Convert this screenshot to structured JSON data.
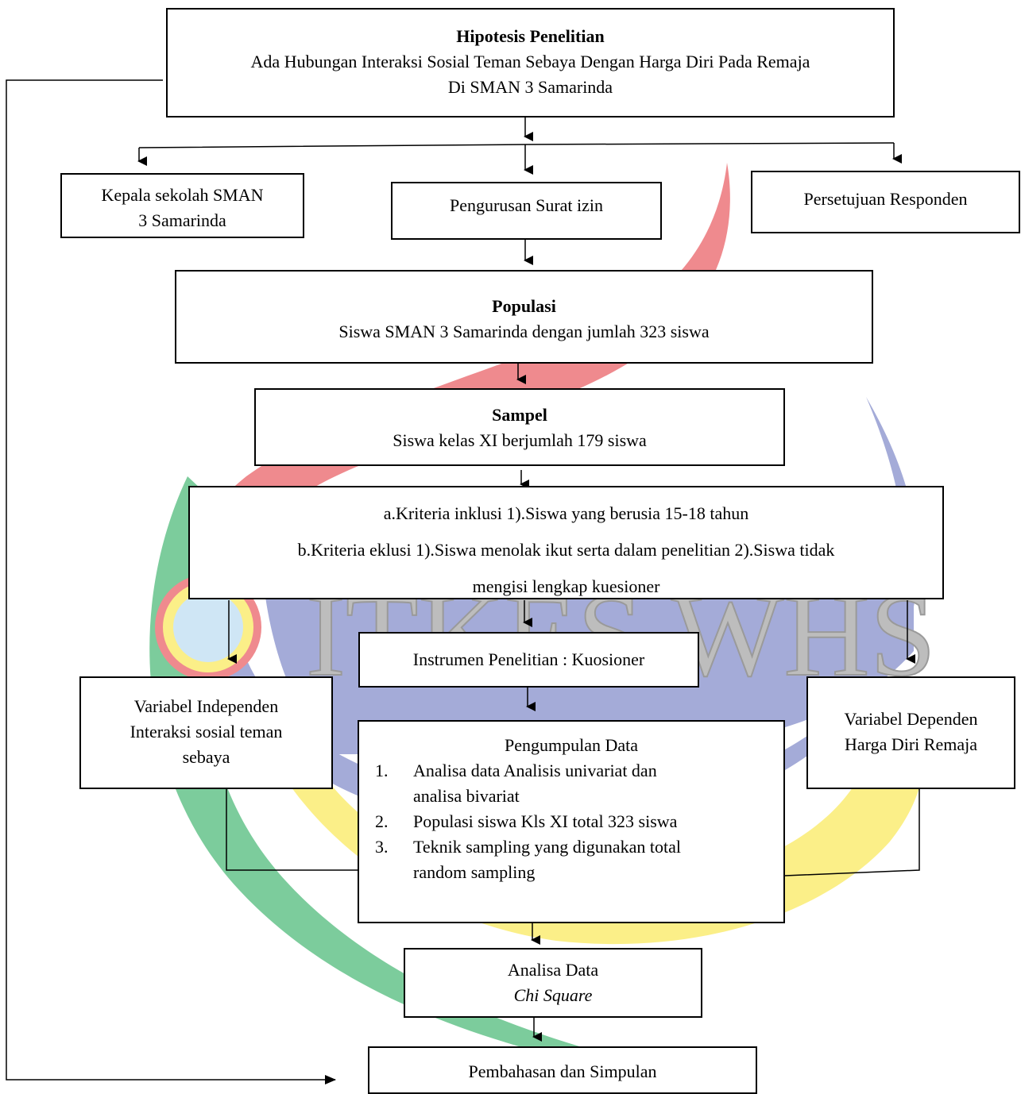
{
  "watermark": {
    "text": "ITKES WHS"
  },
  "hipotesis": {
    "title": "Hipotesis Penelitian",
    "line1": "Ada Hubungan Interaksi Sosial Teman Sebaya Dengan Harga Diri Pada Remaja",
    "line2": "Di SMAN 3 Samarinda"
  },
  "kepala": {
    "line1": "Kepala sekolah SMAN",
    "line2": "3 Samarinda"
  },
  "surat": {
    "text": "Pengurusan Surat izin"
  },
  "persetujuan": {
    "text": "Persetujuan Responden"
  },
  "populasi": {
    "title": "Populasi",
    "text": "Siswa SMAN 3 Samarinda dengan jumlah 323 siswa"
  },
  "sampel": {
    "title": "Sampel",
    "text": "Siswa kelas XI berjumlah 179 siswa"
  },
  "kriteria": {
    "line1": "a.Kriteria inklusi 1).Siswa yang berusia 15-18 tahun",
    "line2": "b.Kriteria eklusi 1).Siswa menolak ikut serta dalam penelitian  2).Siswa tidak",
    "line3": "mengisi lengkap kuesioner"
  },
  "instrumen": {
    "text": "Instrumen Penelitian : Kuosioner"
  },
  "var_independen": {
    "line1": "Variabel Independen",
    "line2": "Interaksi sosial teman",
    "line3": "sebaya"
  },
  "var_dependen": {
    "line1": "Variabel Dependen",
    "line2": "Harga Diri Remaja"
  },
  "pengumpulan": {
    "title": "Pengumpulan Data",
    "items": [
      {
        "num": "1.",
        "line1": "Analisa data Analisis univariat dan",
        "line2": "analisa bivariat"
      },
      {
        "num": "2.",
        "line1": "Populasi siswa Kls XI total 323 siswa"
      },
      {
        "num": "3.",
        "line1": "Teknik sampling yang digunakan total",
        "line2": "random sampling"
      }
    ]
  },
  "analisa": {
    "title": "Analisa Data",
    "method": "Chi Square"
  },
  "pembahasan": {
    "text": "Pembahasan dan Simpulan"
  },
  "colors": {
    "red": "#ef8a8e",
    "blue": "#a4abd8",
    "yellow": "#fbef88",
    "green": "#7ccc9c",
    "text": "#000000"
  }
}
